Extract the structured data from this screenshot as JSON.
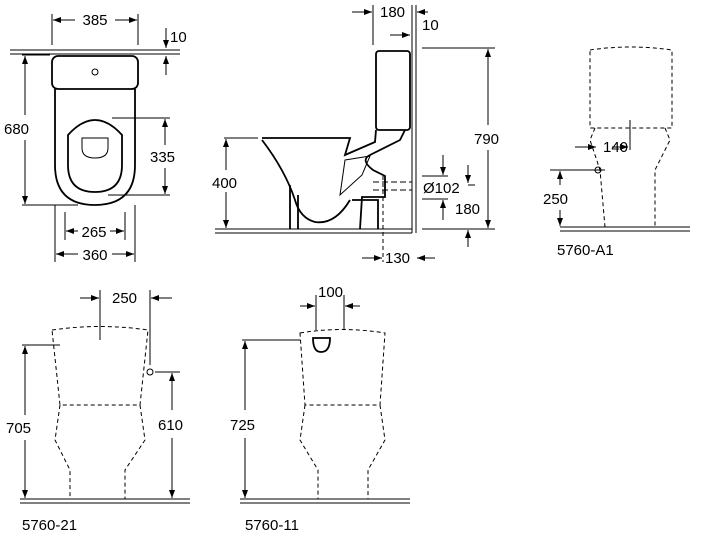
{
  "top_view": {
    "width_tank": "385",
    "wall_gap": "10",
    "depth": "680",
    "seat_depth": "335",
    "bolt_spacing": "265",
    "width_bowl": "360"
  },
  "side_view": {
    "tank_depth": "180",
    "wall_gap": "10",
    "seat_height": "400",
    "total_height": "790",
    "outlet_diameter": "Ø102",
    "outlet_height": "180",
    "outlet_wall_distance": "130"
  },
  "view_a1": {
    "inlet_offset": "140",
    "inlet_height": "250",
    "model": "5760-A1"
  },
  "view_21": {
    "inlet_offset": "250",
    "height": "705",
    "inlet_height": "610",
    "model": "5760-21"
  },
  "view_11": {
    "inlet_offset": "100",
    "height": "725",
    "model": "5760-11"
  }
}
